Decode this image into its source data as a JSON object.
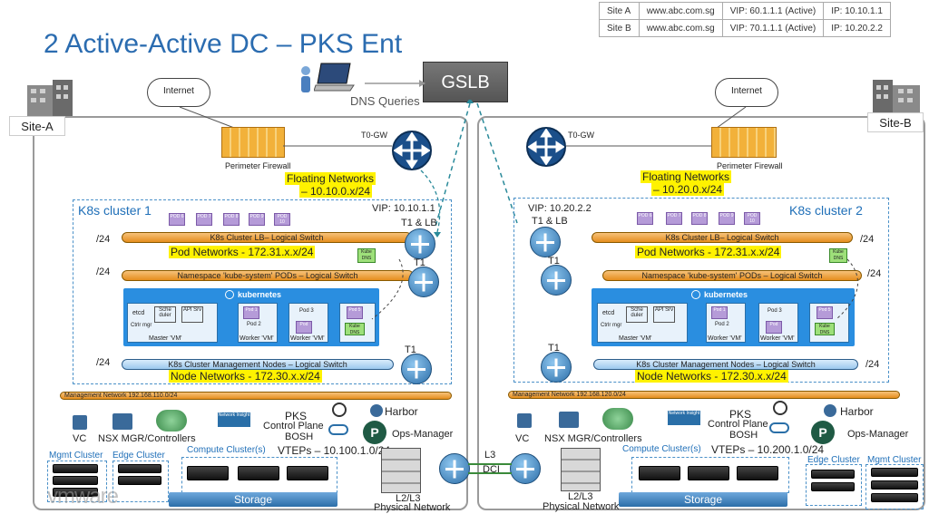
{
  "title": "2 Active-Active DC – PKS Ent",
  "sites_table": [
    [
      "Site A",
      "www.abc.com.sg",
      "VIP: 60.1.1.1 (Active)",
      "IP: 10.10.1.1"
    ],
    [
      "Site B",
      "www.abc.com.sg",
      "VIP: 70.1.1.1 (Active)",
      "IP: 10.20.2.2"
    ]
  ],
  "top": {
    "gslb": "GSLB",
    "dns": "DNS Queries"
  },
  "left": {
    "site": "Site-A",
    "internet": "Internet",
    "t0": "T0-GW",
    "firewall": "Perimeter Firewall",
    "floating_1": "Floating Networks",
    "floating_2": "– 10.10.0.x/24",
    "cluster": "K8s cluster 1",
    "vip": "VIP: 10.10.1.1",
    "t1lb": "T1 & LB",
    "t1": "T1",
    "t1b": "T1",
    "lb_switch": "K8s Cluster LB– Logical Switch",
    "pod_net": "Pod Networks - 172.31.x.x/24",
    "ns_switch": "Namespace 'kube-system' PODs – Logical Switch",
    "mgmt_switch": "K8s Cluster Management Nodes – Logical Switch",
    "node_net": "Node Networks - 172.30.x.x/24",
    "mask1": "/24",
    "mask2": "/24",
    "mask3": "/24",
    "mgmt_network": "Management Network 192.168.110.0/24",
    "vc": "VC",
    "nsx": "NSX MGR/Controllers",
    "pks": "PKS",
    "cp": "Control Plane",
    "bosh": "BOSH",
    "harbor": "Harbor",
    "ops": "Ops-Manager",
    "insight": "Network Insight",
    "compute": "Compute Cluster(s)",
    "vteps": "VTEPs – 10.100.1.0/24",
    "mgmt_cluster": "Mgmt Cluster",
    "edge_cluster": "Edge Cluster",
    "storage": "Storage",
    "l2l3": "L2/L3",
    "phys": "Physical Network",
    "kubernetes": "kubernetes",
    "master": "Master 'VM'",
    "worker1": "Worker 'VM'",
    "worker2": "Worker 'VM'",
    "etcd": "etcd",
    "sched": "Sche duler",
    "api": "API Srv",
    "ctrlr": "Ctrlr mgr",
    "pod1": "Pod 1",
    "pod2": "Pod 2",
    "pod3": "Pod 3",
    "pod4": "Pod",
    "pod5": "Pod 5",
    "kubedns": "Kube DNS",
    "pods": [
      "POD 6",
      "POD 7",
      "POD 8",
      "POD 9",
      "POD 10"
    ]
  },
  "right": {
    "site": "Site-B",
    "internet": "Internet",
    "t0": "T0-GW",
    "firewall": "Perimeter Firewall",
    "floating_1": "Floating Networks",
    "floating_2": "– 10.20.0.x/24",
    "cluster": "K8s cluster 2",
    "vip": "VIP: 10.20.2.2",
    "t1lb": "T1 & LB",
    "t1": "T1",
    "t1b": "T1",
    "lb_switch": "K8s Cluster LB– Logical Switch",
    "pod_net": "Pod Networks - 172.31.x.x/24",
    "ns_switch": "Namespace 'kube-system' PODs – Logical Switch",
    "mgmt_switch": "K8s Cluster Management Nodes – Logical Switch",
    "node_net": "Node Networks - 172.30.x.x/24",
    "mask1": "/24",
    "mask2": "/24",
    "mask3": "/24",
    "mgmt_network": "Management Network 192.168.120.0/24",
    "vc": "VC",
    "nsx": "NSX MGR/Controllers",
    "pks": "PKS",
    "cp": "Control Plane",
    "bosh": "BOSH",
    "harbor": "Harbor",
    "ops": "Ops-Manager",
    "insight": "Network Insight",
    "compute": "Compute Cluster(s)",
    "vteps": "VTEPs – 10.200.1.0/24",
    "mgmt_cluster": "Mgmt Cluster",
    "edge_cluster": "Edge Cluster",
    "storage": "Storage",
    "l2l3": "L2/L3",
    "phys": "Physical Network",
    "kubernetes": "kubernetes",
    "master": "Master 'VM'",
    "worker1": "Worker 'VM'",
    "worker2": "Worker 'VM'",
    "etcd": "etcd",
    "sched": "Sche duler",
    "api": "API Srv",
    "ctrlr": "Ctrlr mgr",
    "pod1": "Pod 1",
    "pod2": "Pod 2",
    "pod3": "Pod 3",
    "pod4": "Pod",
    "pod5": "Pod 5",
    "kubedns": "Kube DNS",
    "pods": [
      "POD 6",
      "POD 7",
      "POD 8",
      "POD 9",
      "POD 10"
    ]
  },
  "dci": {
    "l3": "L3",
    "dci": "DCI"
  },
  "footer": "vmware"
}
